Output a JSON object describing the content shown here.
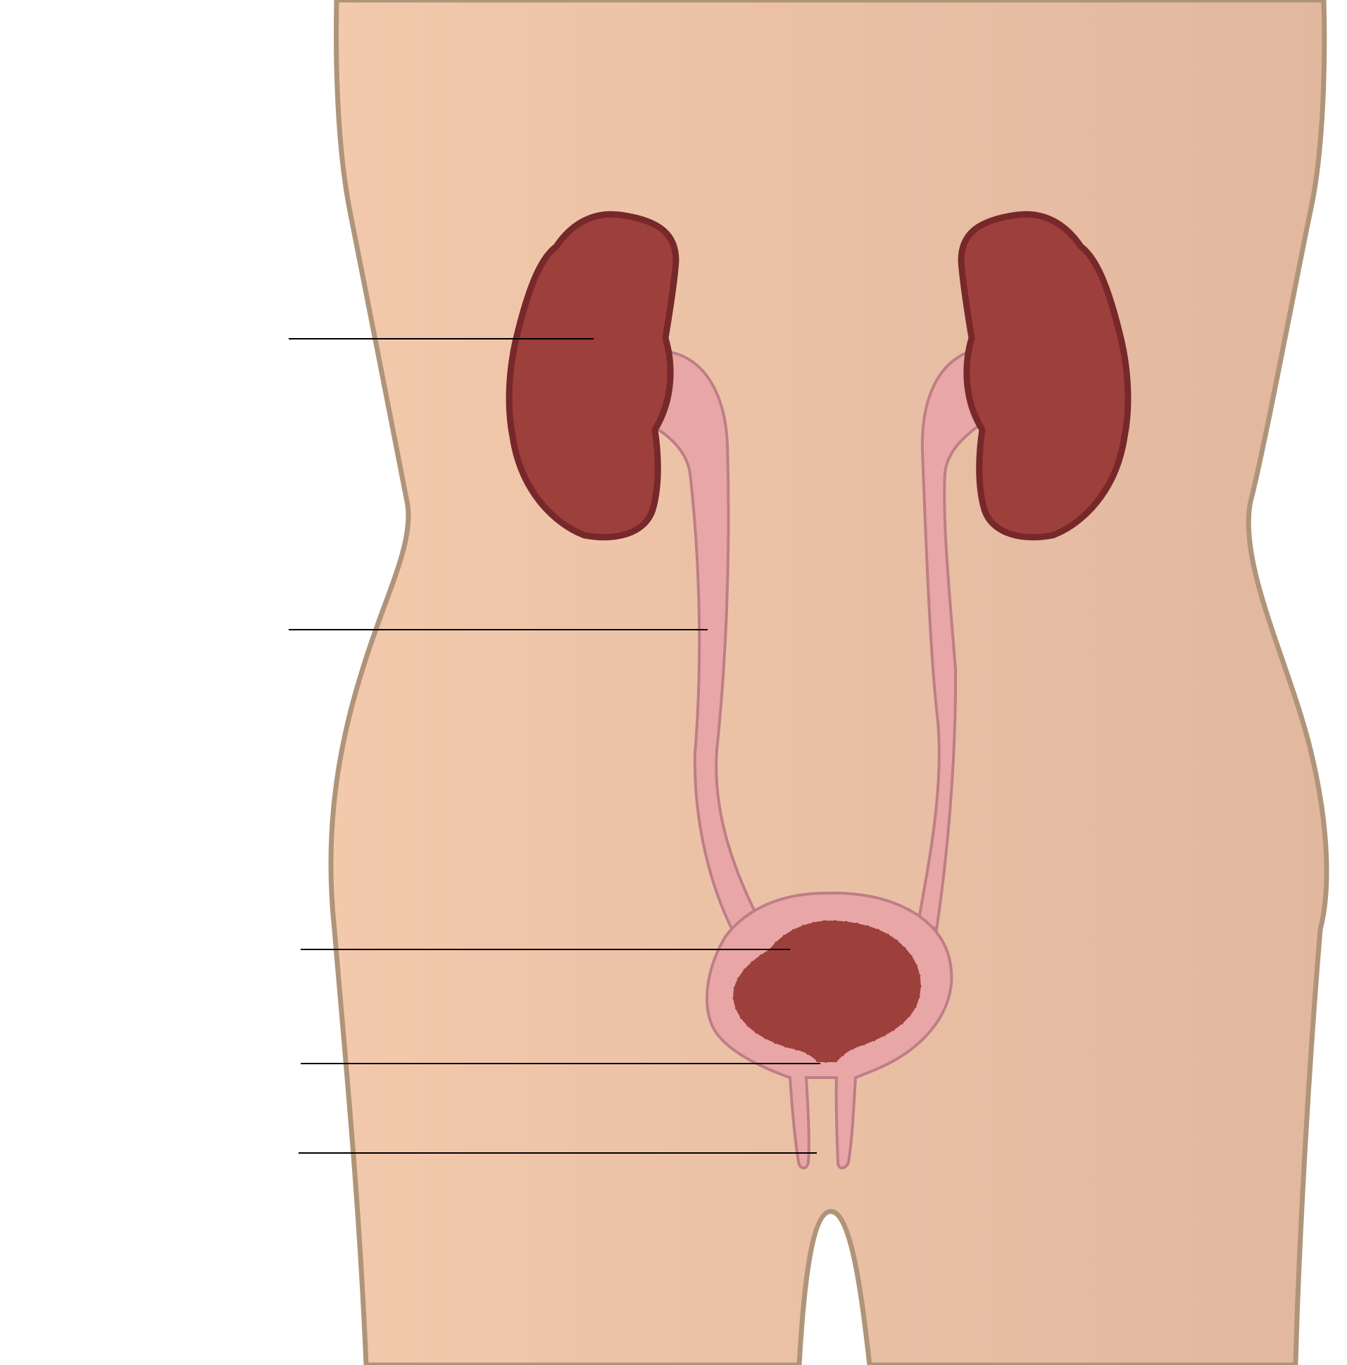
{
  "diagram": {
    "type": "anatomical-label-diagram",
    "subject": "urinary system",
    "colors": {
      "background": "#ffffff",
      "skin_light": "#f3c9ac",
      "skin_dark": "#e1b79e",
      "body_outline": "#b09479",
      "kidney_fill": "#9d3f3a",
      "kidney_outline": "#77282a",
      "ureter_fill": "#e8a6a6",
      "ureter_outline": "#bd7e86",
      "bladder_lumen": "#9d3f3a",
      "leader_line": "#000000"
    },
    "labels": [
      {
        "id": "kidney",
        "text": ""
      },
      {
        "id": "ureter",
        "text": ""
      },
      {
        "id": "bladder",
        "text": ""
      },
      {
        "id": "sphincter",
        "text": ""
      },
      {
        "id": "urethra",
        "text": ""
      }
    ]
  }
}
